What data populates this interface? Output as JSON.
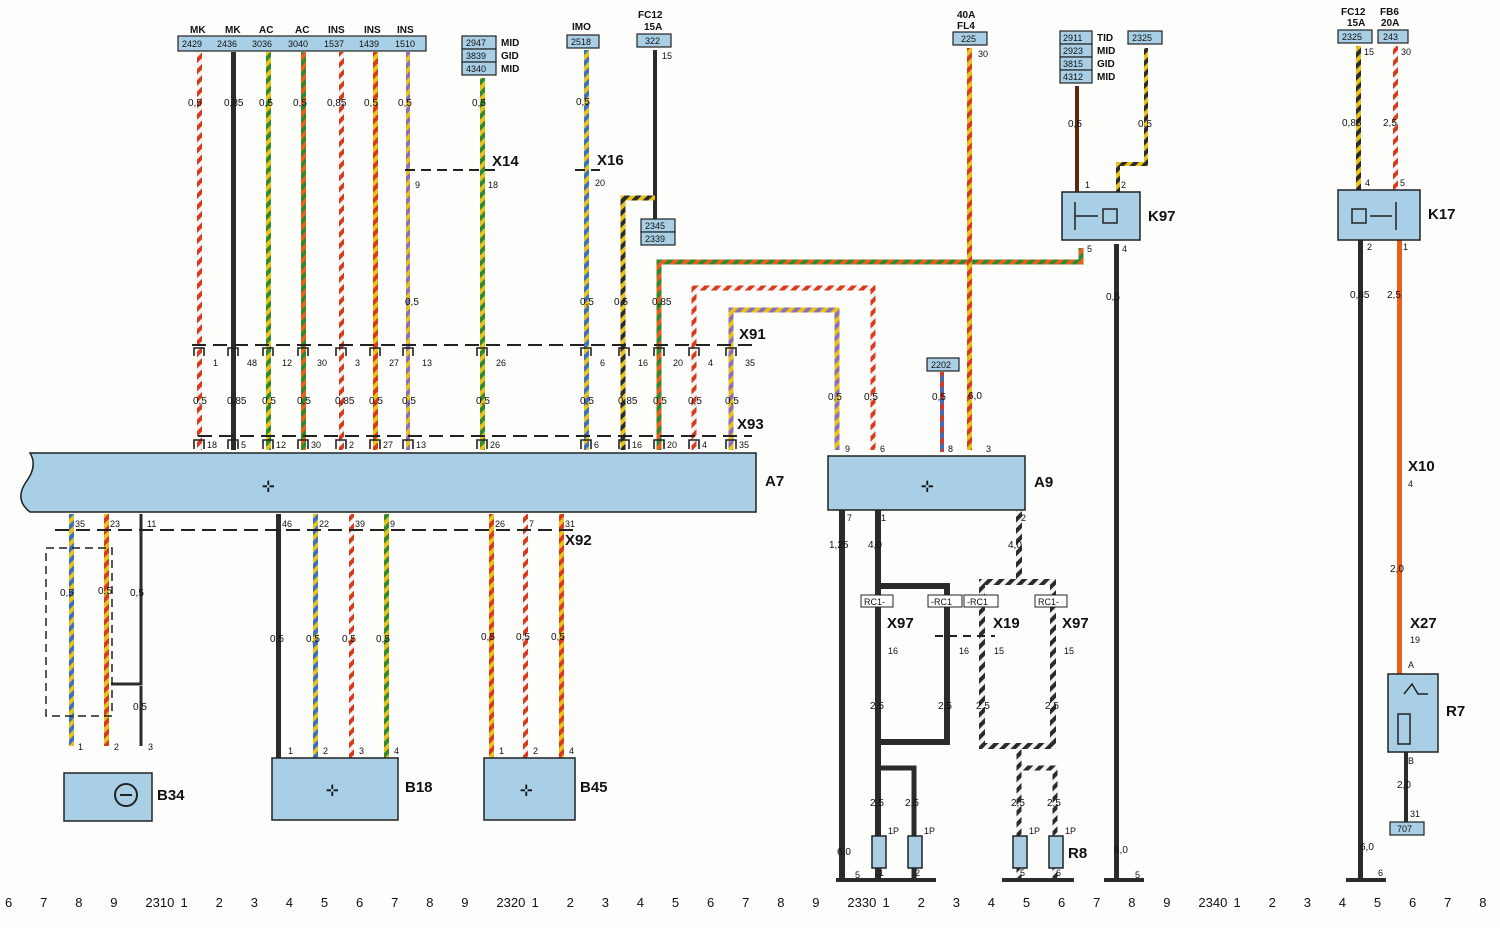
{
  "colors": {
    "box_fill": "#a9cfe6",
    "box_border": "#222222",
    "connector": "#222222",
    "wire_black": "#2b2b2b",
    "wire_brown": "#5a2a10",
    "wire_red": "#d93a1e",
    "wire_orange": "#e8601c",
    "wire_yellow": "#e8c21a",
    "wire_green": "#2f8a2f",
    "wire_blue": "#3a6fc4",
    "wire_white": "#f2f2f2",
    "wire_gray": "#a8a8a8",
    "wire_violet": "#8a6fb8"
  },
  "top_fuse_group_1": {
    "labels": [
      "MK",
      "MK",
      "AC",
      "AC",
      "INS",
      "INS",
      "INS"
    ],
    "codes": [
      "2429",
      "2436",
      "3036",
      "3040",
      "1537",
      "1439",
      "1510"
    ],
    "sections_top": [
      "0,5",
      "0,85",
      "0,5",
      "0,5",
      "0,85",
      "0,5",
      "0,5"
    ]
  },
  "mid_group": {
    "rows": [
      {
        "code": "2947",
        "label": "MID"
      },
      {
        "code": "3839",
        "label": "GID"
      },
      {
        "code": "4340",
        "label": "MID"
      }
    ],
    "section": "0,5"
  },
  "imo": {
    "label": "IMO",
    "code": "2518",
    "section": "0,5"
  },
  "fc12_left": {
    "label_1": "FC12",
    "label_2": "15A",
    "code": "322",
    "pin": "15",
    "code_2": "2345",
    "code_3": "2339"
  },
  "fl4": {
    "label_1": "40A",
    "label_2": "FL4",
    "code": "225",
    "pin": "30"
  },
  "tid_group": {
    "rows": [
      {
        "code": "2911",
        "label": "TID"
      },
      {
        "code": "2923",
        "label": "MID"
      },
      {
        "code": "3815",
        "label": "GID"
      },
      {
        "code": "4312",
        "label": "MID"
      }
    ],
    "code_right": "2325",
    "section_left": "0,5",
    "section_right": "0,5"
  },
  "fc12_right": {
    "label_1": "FC12",
    "label_2": "15A",
    "code": "2325",
    "pin": "15",
    "section": "0,85"
  },
  "fb6": {
    "label_1": "FB6",
    "label_2": "20A",
    "code": "243",
    "pin": "30",
    "section": "2,5"
  },
  "connectors": {
    "x14": "X14",
    "x16": "X16",
    "x91": "X91",
    "x93": "X93",
    "x92": "X92",
    "x97a": "X97",
    "x19": "X19",
    "x97b": "X97",
    "x10": "X10",
    "x27": "X27"
  },
  "x14_pins": {
    "left": "9",
    "right": "18"
  },
  "x16_pin": "20",
  "x91_pins": [
    "1",
    "48",
    "12",
    "30",
    "3",
    "27",
    "13",
    "26",
    "6",
    "16",
    "20",
    "4",
    "35"
  ],
  "x91_sections_top": [
    "0,5",
    "0,5",
    "0,85",
    "0,5"
  ],
  "x93_sections": [
    "0,5",
    "0,85",
    "0,5",
    "0,5",
    "0,85",
    "0,5",
    "0,5",
    "0,5",
    "0,5",
    "0,85",
    "0,5",
    "0,5",
    "0,5"
  ],
  "x93_pins": [
    "18",
    "5",
    "12",
    "30",
    "2",
    "27",
    "13",
    "26",
    "6",
    "16",
    "20",
    "4",
    "35"
  ],
  "a9_top": {
    "pins": [
      "9",
      "6",
      "8",
      "3"
    ],
    "sections": [
      "0,5",
      "0,5",
      "0,5",
      "6,0"
    ],
    "code_2202": "2202"
  },
  "components": {
    "a7": "A7",
    "a9": "A9",
    "k97": "K97",
    "k17": "K17",
    "b34": "B34",
    "b18": "B18",
    "b45": "B45",
    "r7": "R7",
    "r8": "R8"
  },
  "k97_pins": {
    "p1": "1",
    "p2": "2",
    "p5": "5",
    "p4": "4",
    "section_out": "0,5",
    "section_ground": "6,0",
    "ground_pin": "5"
  },
  "k17_pins": {
    "p4": "4",
    "p5": "5",
    "p2": "2",
    "p1": "1",
    "section_left": "0,85",
    "section_right": "2,5",
    "ground_section": "6,0",
    "ground_pin": "5",
    "ground_pin2": "6"
  },
  "a7_bottom_pins": [
    "35",
    "23",
    "11",
    "46",
    "22",
    "39",
    "9",
    "26",
    "7",
    "31"
  ],
  "b34_area": {
    "sections": [
      "0,5",
      "0,5",
      "0,5",
      "0,5"
    ],
    "pins": [
      "1",
      "2",
      "3"
    ]
  },
  "b18_area": {
    "sections": [
      "0,5",
      "0,5",
      "0,5",
      "0,5"
    ],
    "pins": [
      "1",
      "2",
      "3",
      "4"
    ]
  },
  "b45_area": {
    "sections": [
      "0,5",
      "0,5",
      "0,5"
    ],
    "pins": [
      "1",
      "2",
      "4"
    ]
  },
  "a9_bottom": {
    "pins": [
      "7",
      "1",
      "2"
    ],
    "sections": [
      "1,25",
      "4,0",
      "4,0"
    ]
  },
  "rc_tags": [
    "RC1-",
    "-RC1",
    "-RC1",
    "RC1-"
  ],
  "x97_x19_pins": [
    "16",
    "16",
    "15",
    "15"
  ],
  "lower_sections": [
    "2,5",
    "2,5",
    "2,5",
    "2,5"
  ],
  "r8_sections": [
    "2,5",
    "2,5",
    "2,5",
    "2,5"
  ],
  "resistor_tags": [
    "1P",
    "1P",
    "1P",
    "1P"
  ],
  "ground_a9": {
    "section": "6,0",
    "pin": "5",
    "pins": [
      "1",
      "2"
    ]
  },
  "r8_ground_pins": [
    "5",
    "6"
  ],
  "x10_pin": "4",
  "x10_section": "2,0",
  "x27_pin": "19",
  "r7_pins": {
    "a": "A",
    "b": "B",
    "section": "2,0",
    "pin": "31",
    "code": "707"
  },
  "ruler": {
    "items": [
      "6",
      "7",
      "8",
      "9",
      "2310",
      "1",
      "2",
      "3",
      "4",
      "5",
      "6",
      "7",
      "8",
      "9",
      "2320",
      "1",
      "2",
      "3",
      "4",
      "5",
      "6",
      "7",
      "8",
      "9",
      "2330",
      "1",
      "2",
      "3",
      "4",
      "5",
      "6",
      "7",
      "8",
      "9",
      "2340",
      "1",
      "2",
      "3",
      "4",
      "5",
      "6",
      "7",
      "8"
    ]
  }
}
